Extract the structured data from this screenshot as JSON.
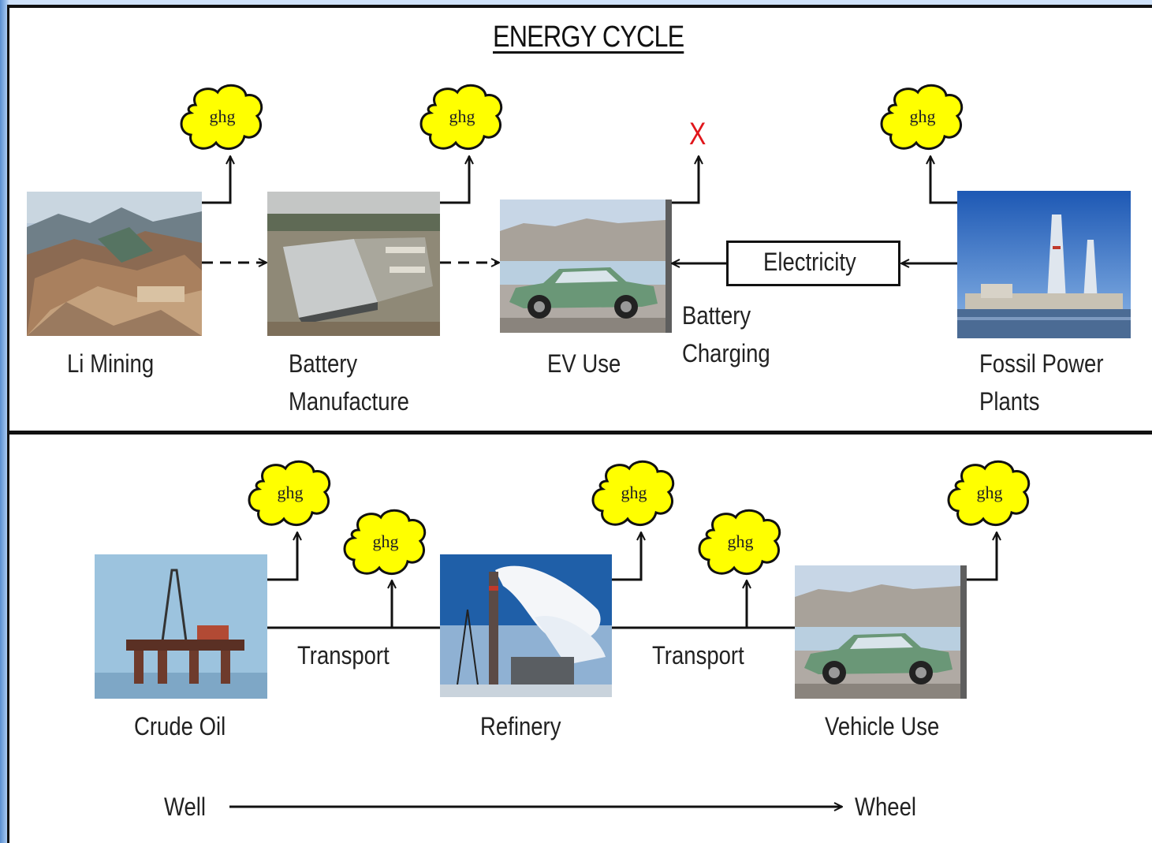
{
  "title": "ENERGY CYCLE",
  "ghg_label": "ghg",
  "red_mark": "X",
  "top": {
    "li_mining": "Li Mining",
    "battery_1": "Battery",
    "battery_2": "Manufacture",
    "ev_use": "EV Use",
    "charging_1": "Battery",
    "charging_2": "Charging",
    "electricity": "Electricity",
    "fossil_1": "Fossil Power",
    "fossil_2": "Plants"
  },
  "bottom": {
    "crude_oil": "Crude Oil",
    "transport_1": "Transport",
    "refinery": "Refinery",
    "transport_2": "Transport",
    "vehicle_use": "Vehicle Use",
    "well": "Well",
    "wheel": "Wheel"
  },
  "colors": {
    "ghg_cloud": "#ffff00",
    "red_x": "#e0161b",
    "background": "#cfe2fa"
  },
  "icons": [
    "cloud-icon",
    "arrow-icon"
  ]
}
